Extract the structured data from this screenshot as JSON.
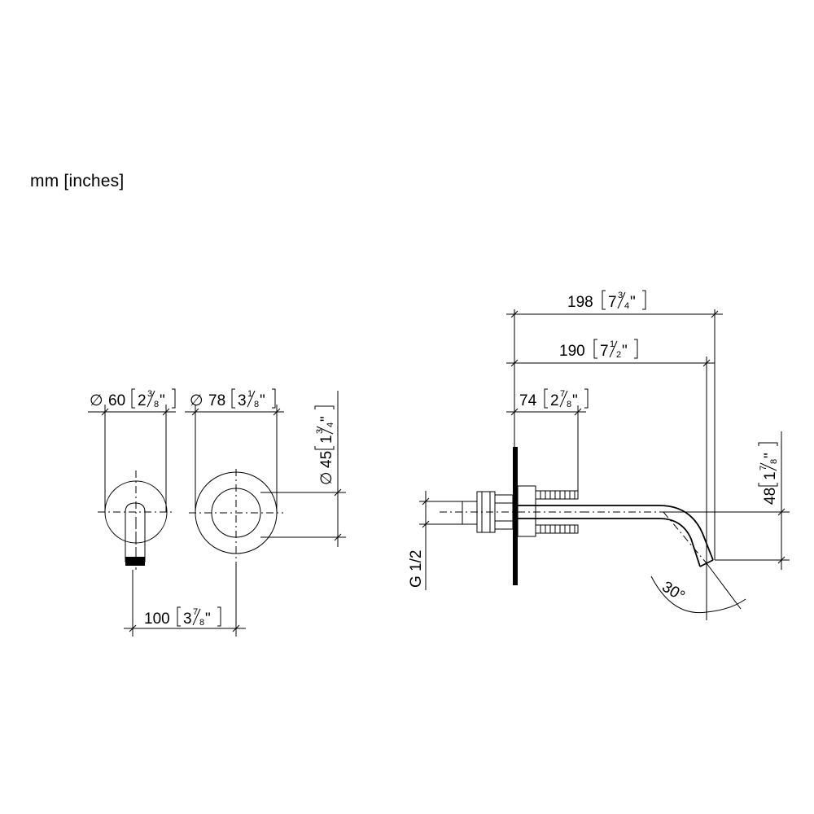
{
  "units_label": "mm [inches]",
  "dimensions": {
    "d60": {
      "prefix": "∅",
      "mm": "60",
      "whole": "2",
      "num": "3",
      "den": "8",
      "quote": "\""
    },
    "d78": {
      "prefix": "∅",
      "mm": "78",
      "whole": "3",
      "num": "1",
      "den": "8",
      "quote": "\""
    },
    "d45": {
      "prefix": "∅",
      "mm": "45",
      "whole": "1",
      "num": "3",
      "den": "4",
      "quote": "\""
    },
    "d100": {
      "prefix": "",
      "mm": "100",
      "whole": "3",
      "num": "7",
      "den": "8",
      "quote": "\""
    },
    "d198": {
      "prefix": "",
      "mm": "198",
      "whole": "7",
      "num": "3",
      "den": "4",
      "quote": "\""
    },
    "d190": {
      "prefix": "",
      "mm": "190",
      "whole": "7",
      "num": "1",
      "den": "2",
      "quote": "\""
    },
    "d74": {
      "prefix": "",
      "mm": "74",
      "whole": "2",
      "num": "7",
      "den": "8",
      "quote": "\""
    },
    "d48": {
      "prefix": "",
      "mm": "48",
      "whole": "1",
      "num": "7",
      "den": "8",
      "quote": "\""
    }
  },
  "thread_label": "G 1/2",
  "angle_label": "30°"
}
